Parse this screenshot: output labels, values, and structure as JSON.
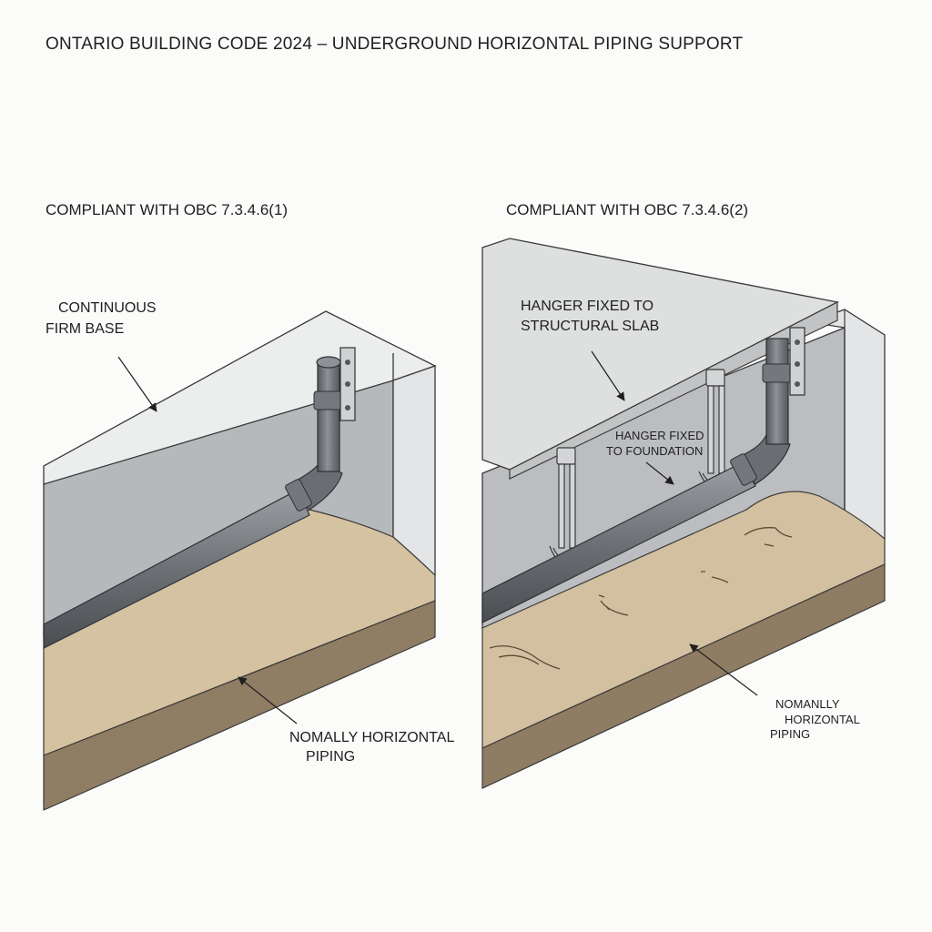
{
  "title": "ONTARIO BUILDING CODE 2024 – UNDERGROUND HORIZONTAL PIPING SUPPORT",
  "left_panel": {
    "heading": "COMPLIANT WITH OBC 7.3.4.6(1)",
    "base_label": [
      "CONTINUOUS",
      "FIRM BASE"
    ],
    "pipe_label": [
      "NOMALLY HORIZONTAL",
      "PIPING"
    ]
  },
  "right_panel": {
    "heading": "COMPLIANT WITH OBC 7.3.4.6(2)",
    "slab_label": [
      "HANGER FIXED TO",
      "STRUCTURAL SLAB"
    ],
    "foundation_label": [
      "HANGER FIXED",
      "TO FOUNDATION"
    ],
    "pipe_label": [
      "NOMANLLY",
      "HORIZONTAL",
      "PIPING"
    ]
  },
  "colors": {
    "wall": "#b9bcbf",
    "wall_side": "#e2e3e4",
    "wall_top": "#eeefef",
    "sand": "#d6c3a2",
    "soil": "#8e7c64",
    "pipe": "#6f7378",
    "slab": "#dcdddd",
    "slab_edge": "#c4c5c6"
  }
}
